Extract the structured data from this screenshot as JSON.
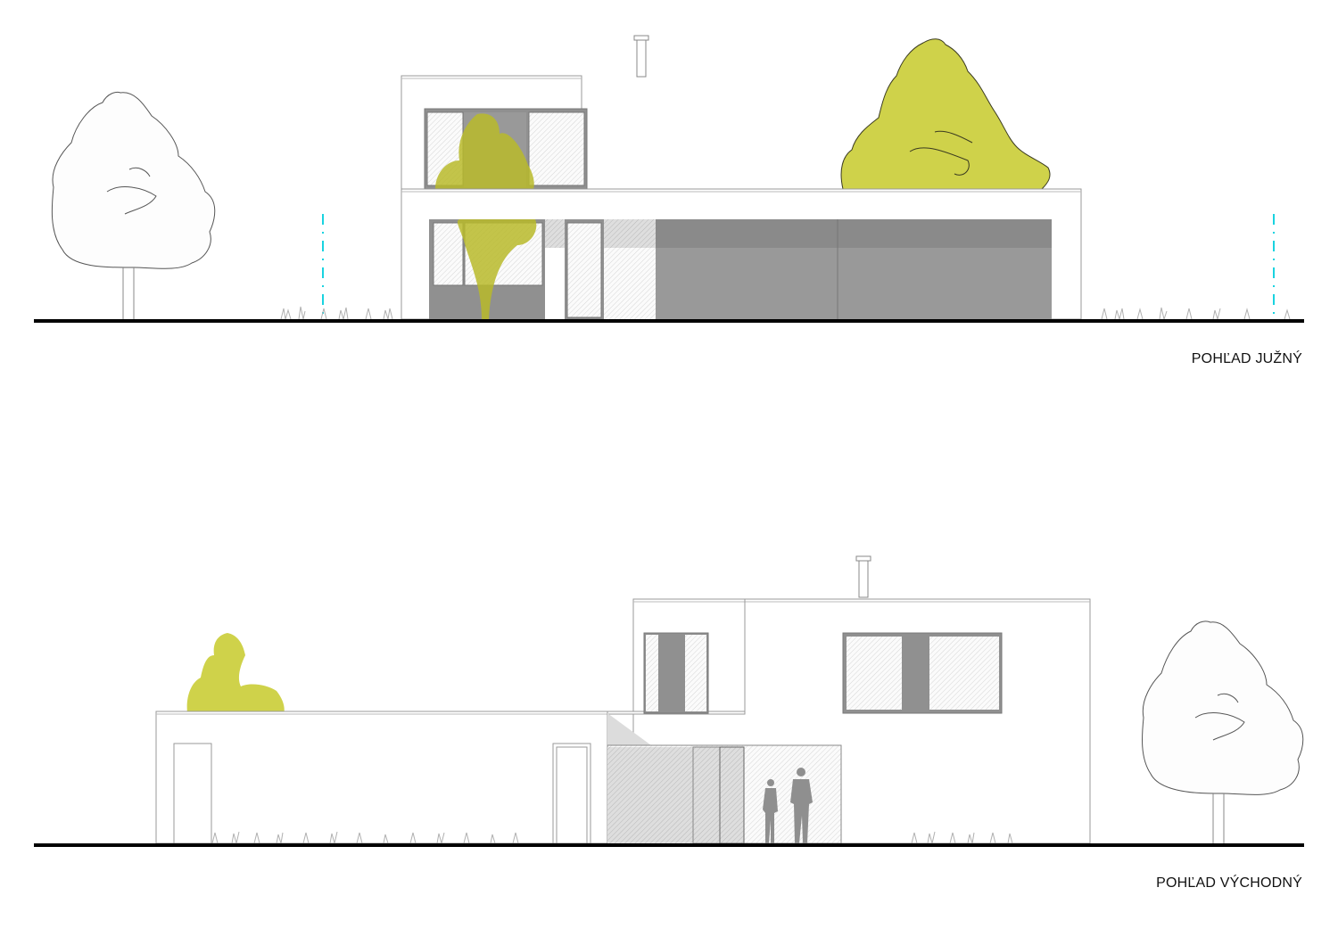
{
  "drawing": {
    "type": "architectural elevations",
    "colors": {
      "ground_line": "#000000",
      "wall_outline": "#9a9a9a",
      "panel_dark": "#8a8a8a",
      "panel_mid": "#999999",
      "glass_hatch": "#f2f2f2",
      "foliage": "#c8cc3a",
      "axis_marker": "#19d3e0",
      "tree_outline": "#555555"
    },
    "views": [
      {
        "id": "south",
        "title": "POHĽAD JUŽNÝ",
        "elements": [
          "outline tree left",
          "axis marker left",
          "two-storey house with garage door",
          "yellow-green tree behind roof",
          "axis marker right",
          "grass"
        ]
      },
      {
        "id": "east",
        "title": "POHĽAD VÝCHODNÝ",
        "elements": [
          "yellow-green shrub on roof",
          "single-storey wing with doors",
          "two-storey block with windows",
          "entrance glazing with two human silhouettes",
          "outline tree right",
          "grass"
        ]
      }
    ]
  }
}
